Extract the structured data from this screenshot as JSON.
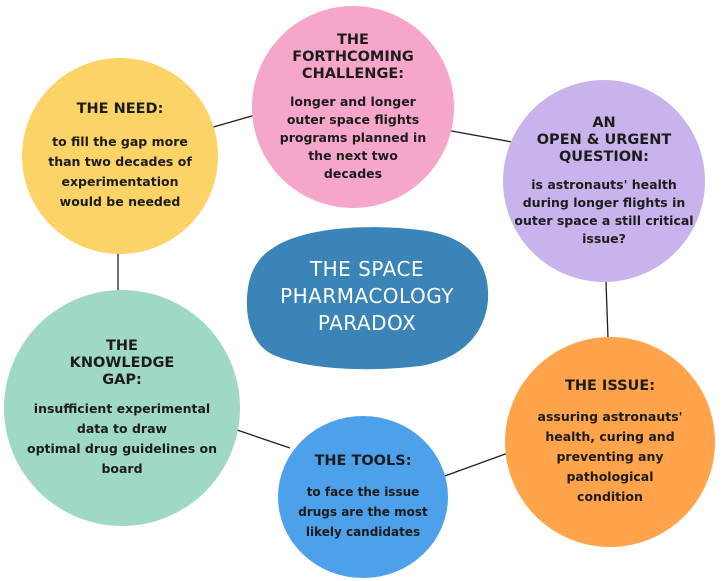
{
  "center": {
    "text": "THE SPACE\nPHARMACOLOGY\nPARADOX",
    "color": "#3a84b8"
  },
  "nodes": {
    "need": {
      "title": "THE NEED:",
      "body": "to fill the gap more\nthan two decades of\nexperimentation\nwould be needed",
      "color": "#fbd366"
    },
    "challenge": {
      "title": "THE\nFORTHCOMING\nCHALLENGE:",
      "body": "longer and longer\nouter space flights\nprograms planned in\nthe next two\ndecades",
      "color": "#f6a6c8"
    },
    "question": {
      "title": "AN\nOPEN & URGENT\nQUESTION:",
      "body": "is astronauts' health\nduring longer flights in\nouter space a still critical\nissue?",
      "color": "#c9b3ec"
    },
    "issue": {
      "title": "THE ISSUE:",
      "body": "assuring astronauts'\nhealth, curing and\npreventing any\npathological\ncondition",
      "color": "#ffa44a"
    },
    "tools": {
      "title": "THE TOOLS:",
      "body": "to face the issue\ndrugs are the most\nlikely candidates",
      "color": "#4da0ea"
    },
    "gap": {
      "title": "THE\nKNOWLEDGE\nGAP:",
      "body": "insufficient experimental\ndata to draw\noptimal drug guidelines on\nboard",
      "color": "#9fd8c6"
    }
  },
  "line_color": "#1f1f1f"
}
